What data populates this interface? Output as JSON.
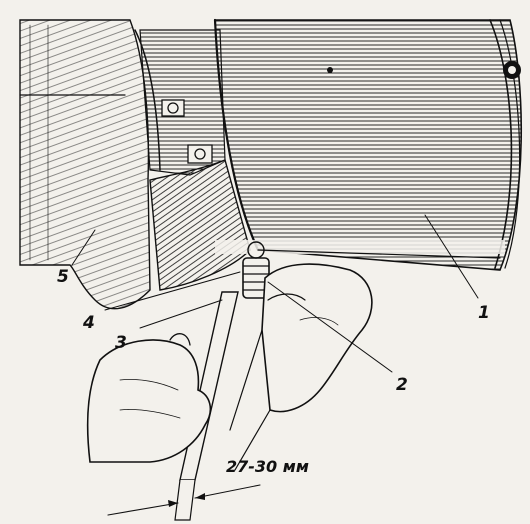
{
  "labels": {
    "l1": "1",
    "l2": "2",
    "l3": "3",
    "l4": "4",
    "l5": "5"
  },
  "dimension": {
    "text": "27-30 мм"
  },
  "colors": {
    "ink": "#111111",
    "paper": "#f3f1ec"
  }
}
